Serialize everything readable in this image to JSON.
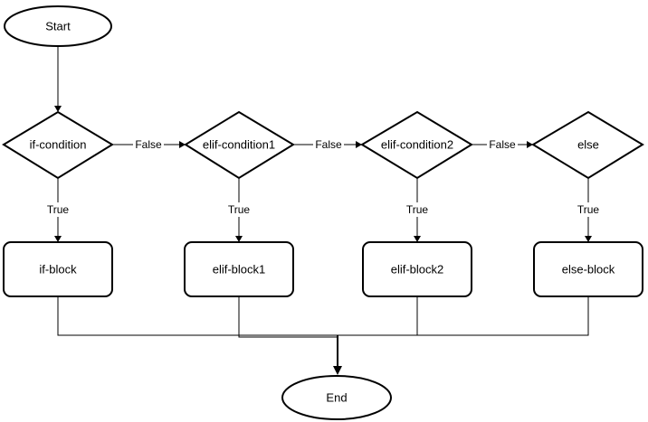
{
  "flowchart": {
    "start": "Start",
    "end": "End",
    "conditions": [
      {
        "label": "if-condition"
      },
      {
        "label": "elif-condition1"
      },
      {
        "label": "elif-condition2"
      },
      {
        "label": "else"
      }
    ],
    "blocks": [
      {
        "label": "if-block"
      },
      {
        "label": "elif-block1"
      },
      {
        "label": "elif-block2"
      },
      {
        "label": "else-block"
      }
    ],
    "edge_labels": {
      "true": "True",
      "false": "False"
    }
  }
}
